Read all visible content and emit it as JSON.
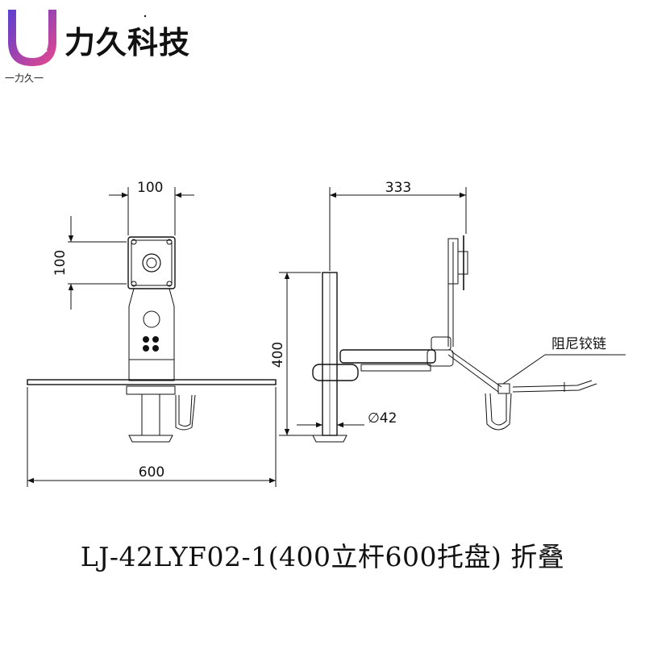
{
  "brand": {
    "name": "力久科技",
    "sub_label": "一力久一",
    "colors": {
      "primary": "#6a3fc9",
      "accent": "#e84a8a"
    }
  },
  "dimensions": {
    "vesa_width": "100",
    "vesa_height": "100",
    "tray_width": "600",
    "pole_height": "400",
    "arm_reach": "333",
    "pole_diameter": "∅42"
  },
  "labels": {
    "damping_hinge": "阻尼铰链"
  },
  "caption": "LJ-42LYF02-1(400立杆600托盘) 折叠"
}
